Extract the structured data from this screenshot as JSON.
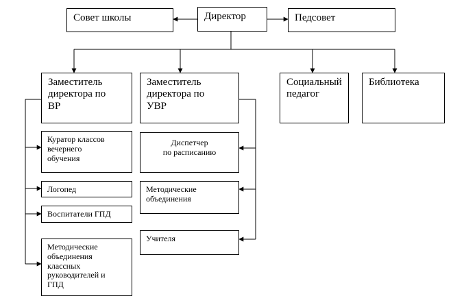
{
  "org_chart": {
    "top": {
      "director": "Директор",
      "school_council": "Совет школы",
      "teachers_council": "Педсовет"
    },
    "level2": {
      "deputy_vr": "Заместитель\nдиректора по\nВР",
      "deputy_uvr": "Заместитель\nдиректора по\nУВР",
      "social_pedagogue": "Социальный\nпедагог",
      "library": "Библиотека"
    },
    "vr_branch": {
      "curator": "Куратор классов\nвечернего\nобучения",
      "speech_therapist": "Логопед",
      "gpd_tutors": "Воспитатели ГПД",
      "method_assoc_class": "Методические\nобъединения\nклассных\nруководителей и\nГПД"
    },
    "uvr_branch": {
      "scheduler": "Диспетчер\nпо расписанию",
      "method_assoc": "Методические\nобъединения",
      "teachers": "Учителя"
    }
  }
}
